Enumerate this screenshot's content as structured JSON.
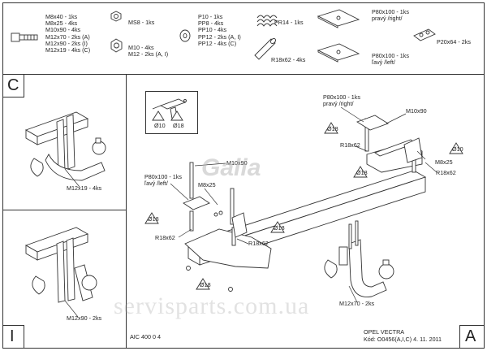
{
  "sheet": {
    "parts": {
      "bolts": [
        "M8x40 - 1ks",
        "M8x25 - 4ks",
        "M10x90 - 4ks",
        "M12x70 - 2ks (A)",
        "M12x90 - 2ks (I)",
        "M12x19 - 4ks (C)"
      ],
      "nuts_ms8": "MS8 - 1ks",
      "nuts_m": [
        "M10 - 4ks",
        "M12 - 2ks (A, I)"
      ],
      "washers": [
        "P10 - 1ks",
        "PP8 - 4ks",
        "PP10 - 4ks",
        "PP12 - 2ks (A, I)",
        "PP12 - 4ks (C)"
      ],
      "spring": "PR14 - 1ks",
      "tube": "R18x62 - 4ks",
      "plate_right": [
        "P80x100 - 1ks",
        "pravý /right/"
      ],
      "plate_left": [
        "P80x100 - 1ks",
        "ľavý /left/"
      ],
      "plate_small": "P20x64 - 2ks"
    },
    "sections": {
      "c_letter": "C",
      "c_label": "M12x19 - 4ks",
      "i_letter": "I",
      "i_label": "M12x90 - 2ks",
      "a_letter": "A"
    },
    "labels": {
      "drill_1": "Ø10",
      "drill_2": "Ø18",
      "m10x90_a": "M10x90",
      "m10x90_b": "M10x90",
      "m8x25_a": "M8x25",
      "m8x25_b": "M8x25",
      "r18x62_a": "R18x62",
      "r18x62_b": "R18x62",
      "r18x62_c": "R18x62",
      "r18x62_d": "R18x62",
      "p80_left": [
        "P80x100 - 1ks",
        "ľavý /left/"
      ],
      "p80_right": [
        "P80x100 - 1ks",
        "pravý /right/"
      ],
      "d18_a": "Ø18",
      "d18_b": "Ø18",
      "d18_c": "Ø18",
      "d18_d": "Ø18",
      "d18_e": "Ø18",
      "d10_a": "Ø10",
      "m12x70": "M12x70 - 2ks"
    },
    "footer": {
      "code": "AIC 400 0 4",
      "car": "OPEL VECTRA",
      "kod": "Kód: O0456(A,I,C)  4. 11. 2011"
    },
    "brand": "Galia",
    "watermark": "servisparts.com.ua"
  }
}
